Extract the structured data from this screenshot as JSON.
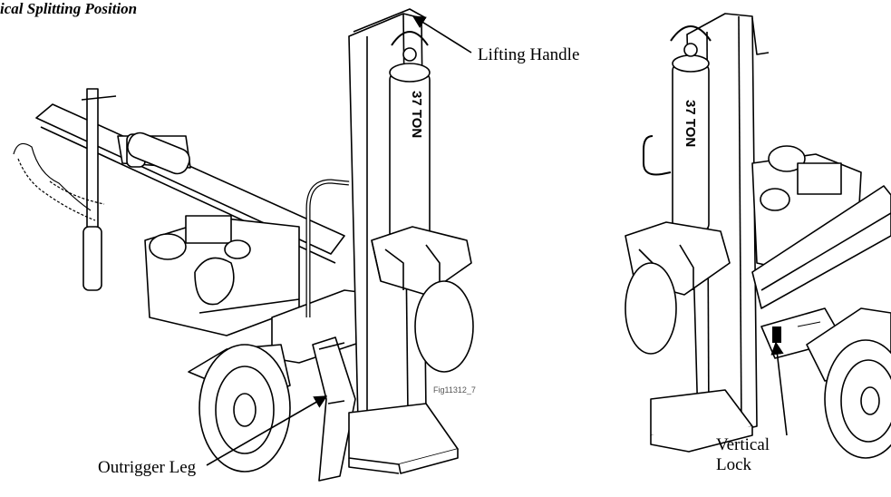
{
  "caption": "ical Splitting Position",
  "labels": {
    "lifting_handle": "Lifting Handle",
    "outrigger_leg": "Outrigger Leg",
    "vertical_lock_line1": "Vertical",
    "vertical_lock_line2": "Lock"
  },
  "figure_id": "Fig11312_7",
  "tonnage_marking": "37 TON",
  "colors": {
    "ink": "#000000",
    "background": "#ffffff",
    "shade": "#cfcfcf"
  }
}
